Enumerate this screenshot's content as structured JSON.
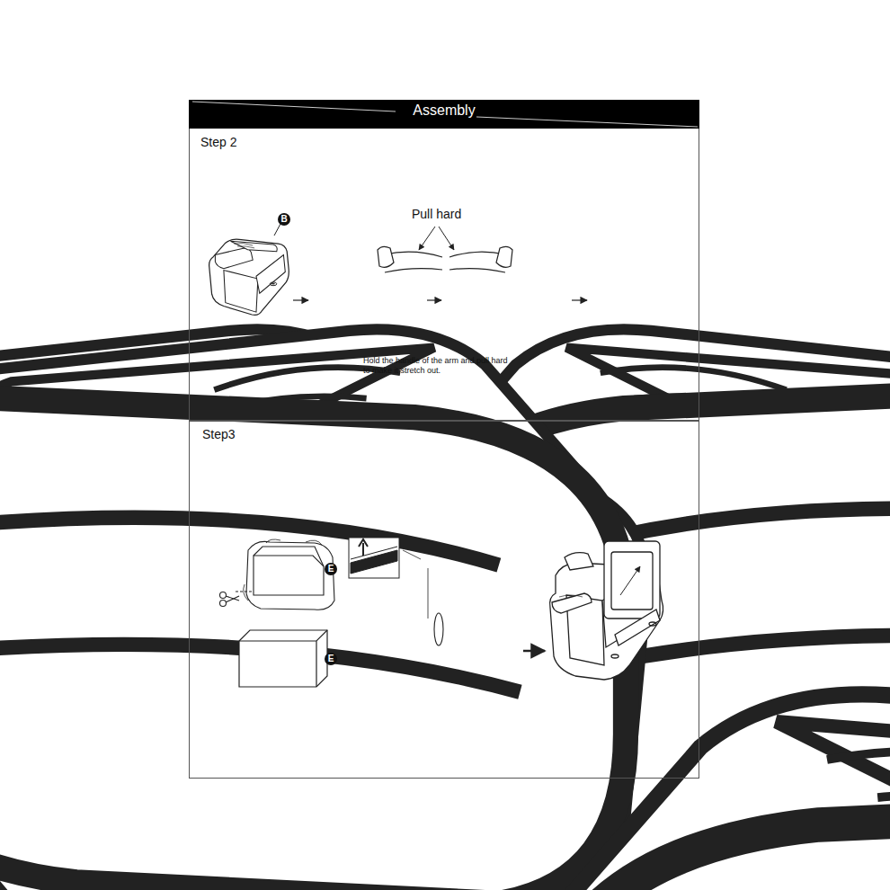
{
  "diagram": {
    "title": "Assembly",
    "nodes": [
      {
        "text": [
          "Step 2"
        ]
      },
      {
        "text": [
          "Step3"
        ]
      }
    ],
    "labels": [
      "Pull hard",
      "Hold the handle of the arm and pull hard to make it stretch out.",
      "B",
      "E",
      "E"
    ]
  }
}
